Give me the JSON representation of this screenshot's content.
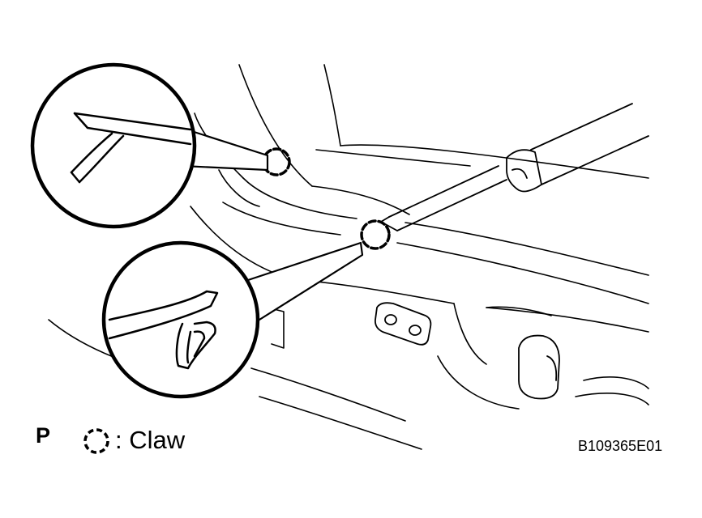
{
  "legend": {
    "marker": "P",
    "claw_label": ": Claw"
  },
  "figure_code": "B109365E01",
  "icons": {
    "claw": "dashed-circle-icon",
    "tool": "screwdriver-icon"
  }
}
